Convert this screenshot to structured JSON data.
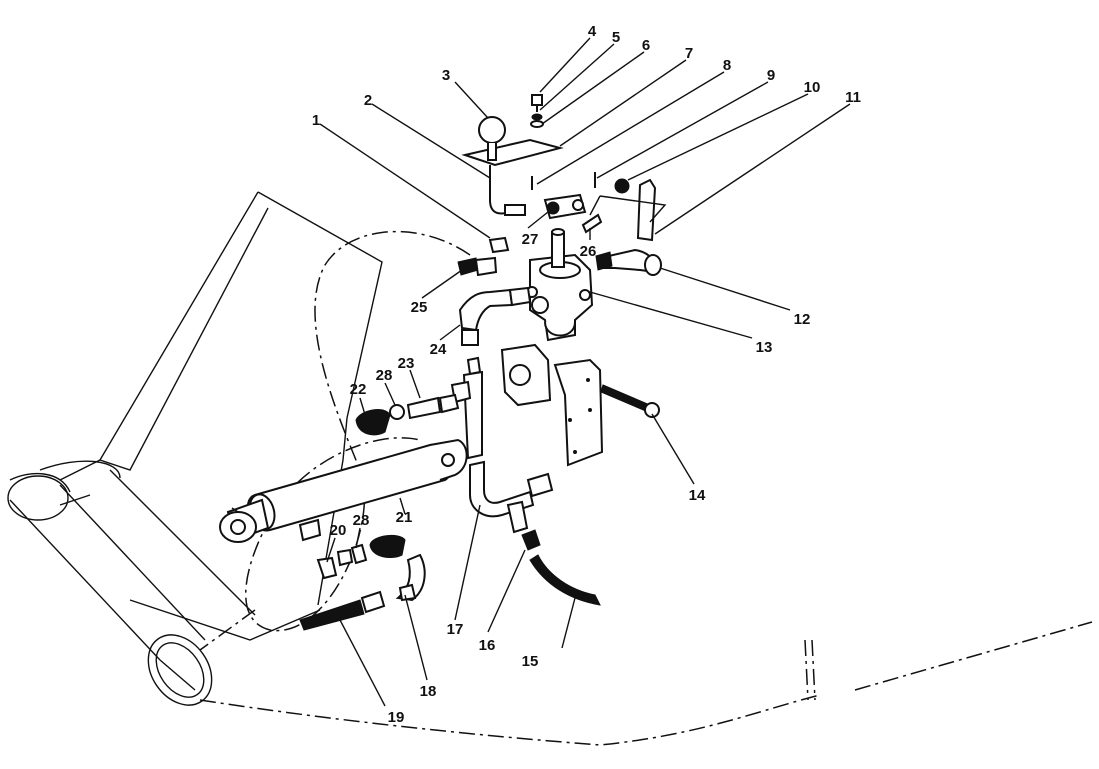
{
  "diagram": {
    "callouts": [
      "1",
      "2",
      "3",
      "4",
      "5",
      "6",
      "7",
      "8",
      "9",
      "10",
      "11",
      "12",
      "13",
      "14",
      "15",
      "16",
      "17",
      "18",
      "19",
      "20",
      "21",
      "22",
      "23",
      "24",
      "25",
      "26",
      "27",
      "28",
      "28"
    ]
  }
}
